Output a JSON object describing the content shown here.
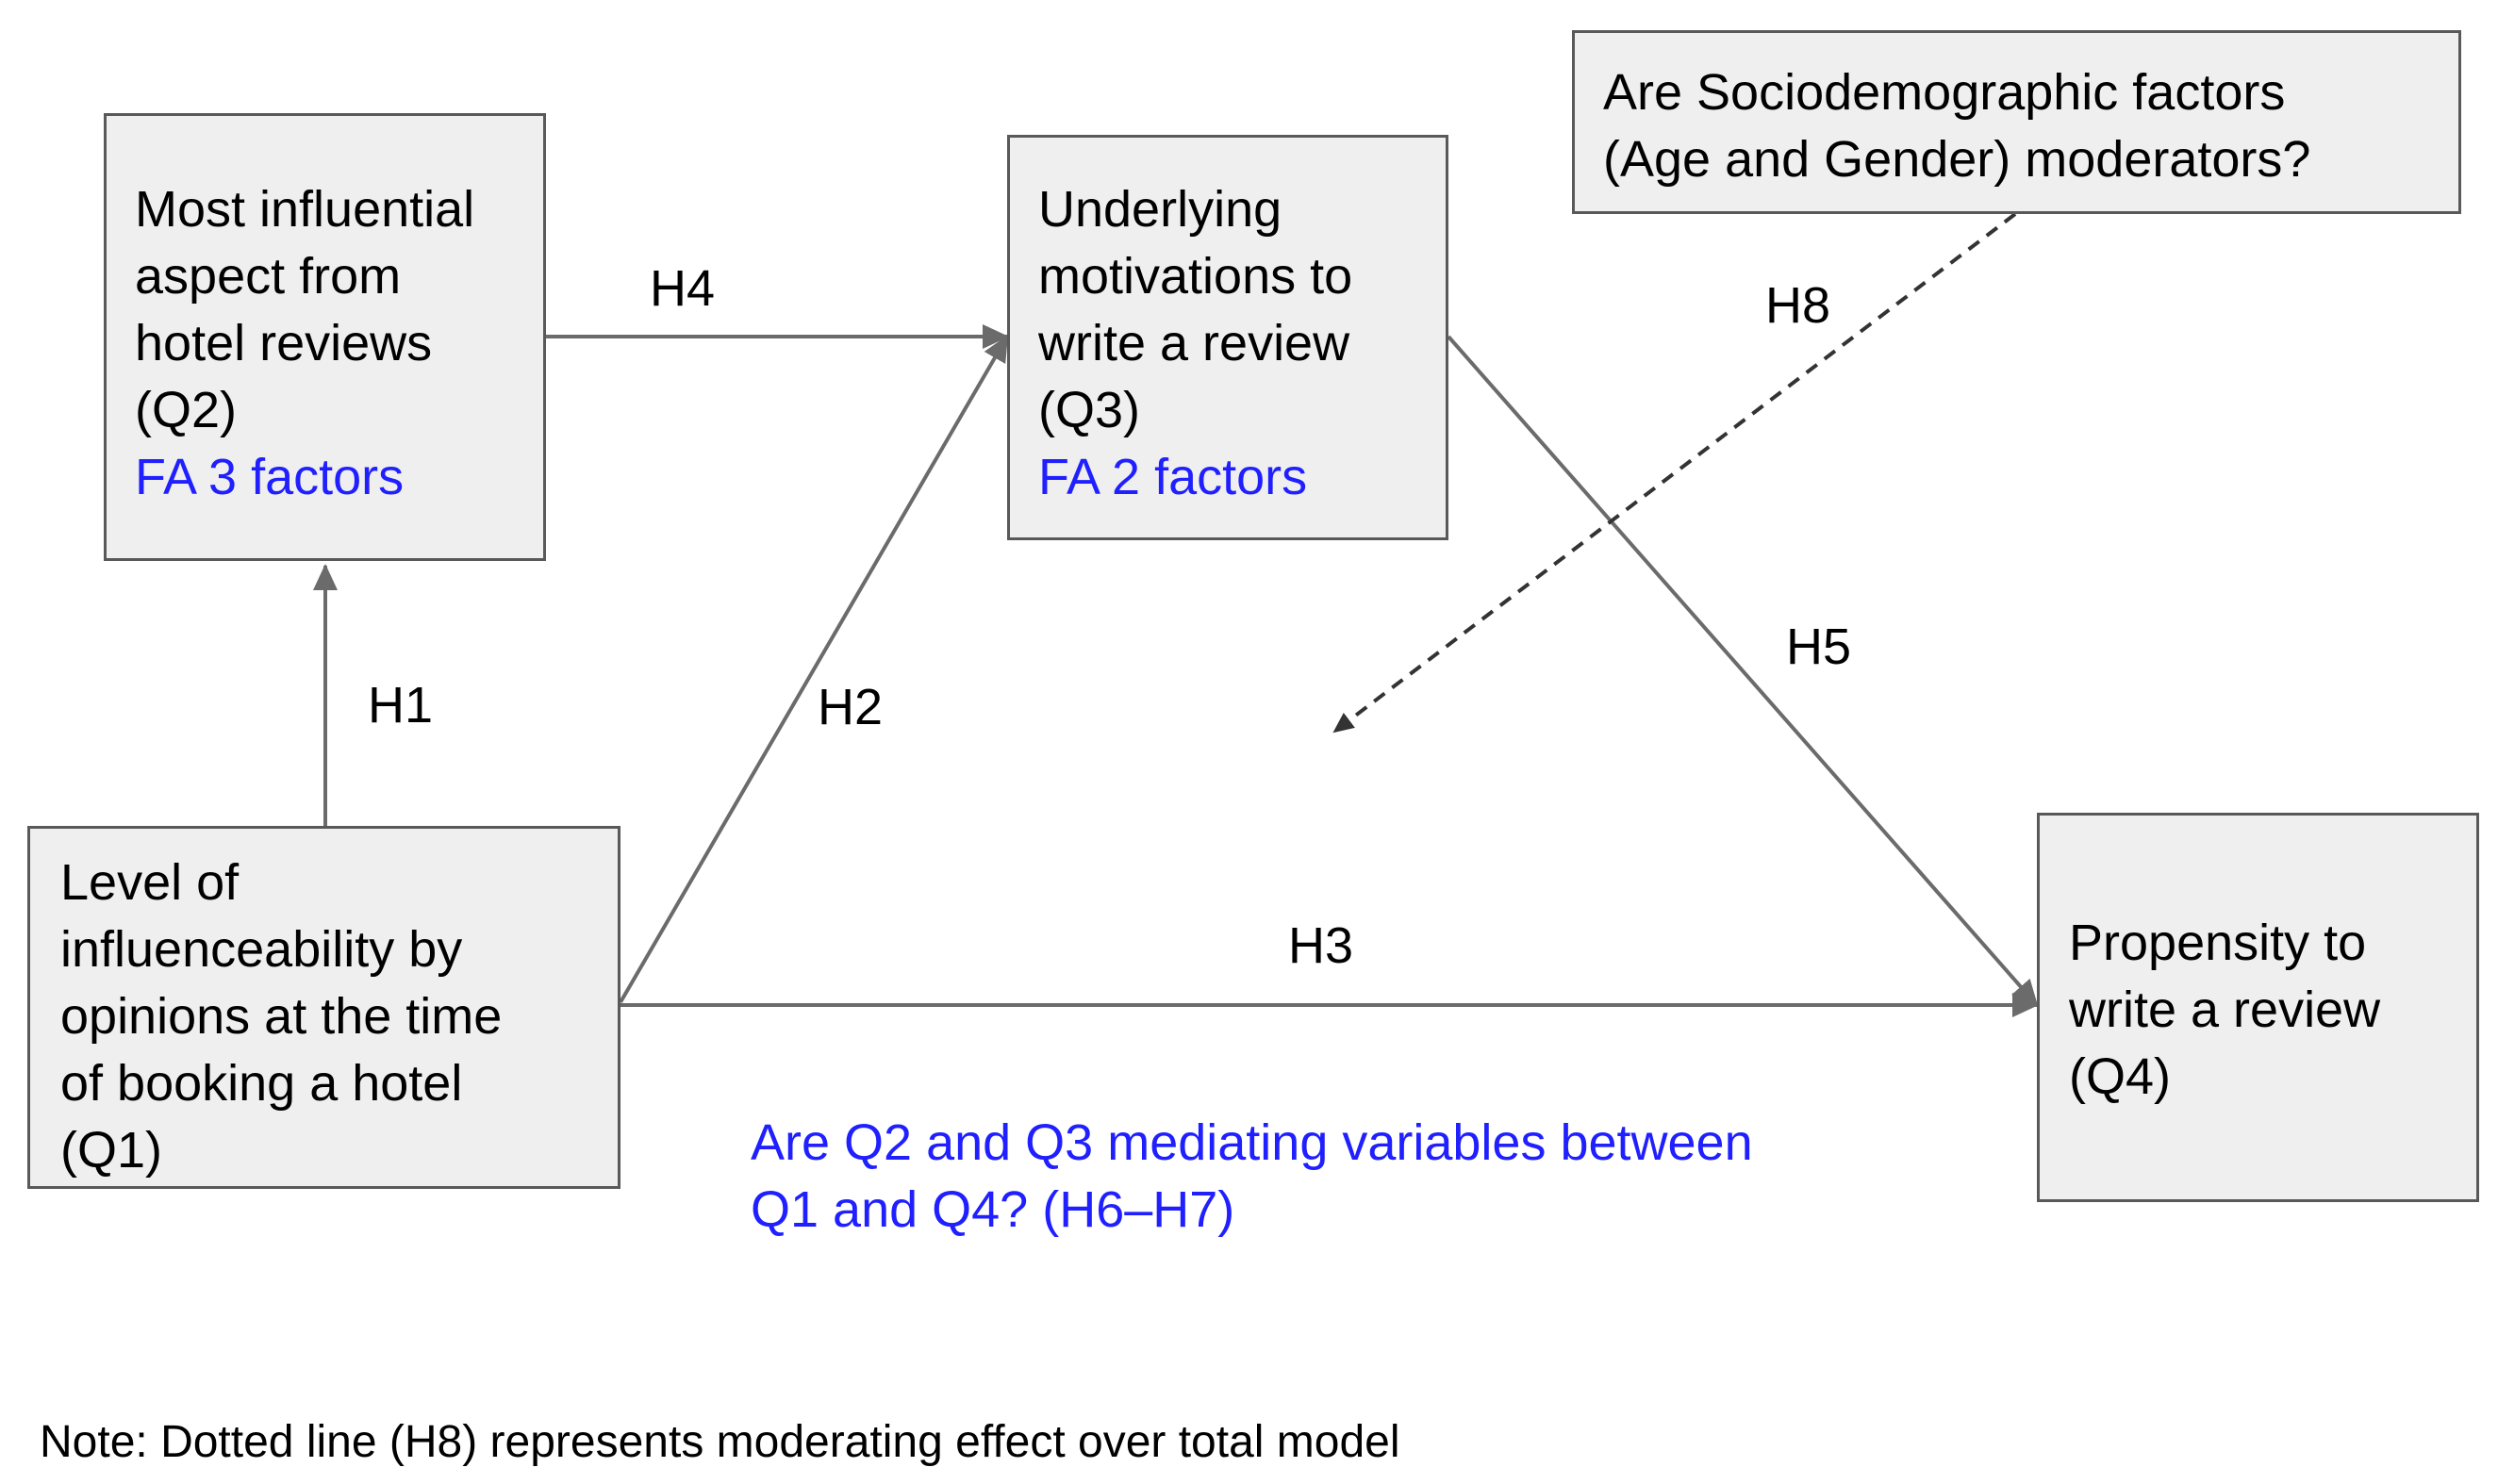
{
  "boxes": {
    "q2": {
      "lines": [
        "Most influential",
        "aspect from",
        "hotel reviews",
        "(Q2)"
      ],
      "highlight": "FA 3 factors"
    },
    "q3": {
      "lines": [
        "Underlying",
        "motivations to",
        "write a review",
        "(Q3)"
      ],
      "highlight": "FA 2 factors"
    },
    "moderator": {
      "lines": [
        "Are Sociodemographic factors",
        "(Age and Gender) moderators?"
      ]
    },
    "q1": {
      "lines": [
        "Level of",
        "influenceability by",
        "opinions at the time",
        "of booking a hotel",
        "(Q1)"
      ]
    },
    "q4": {
      "lines": [
        "Propensity to",
        "write a review",
        "(Q4)"
      ]
    }
  },
  "hypotheses": {
    "h1": "H1",
    "h2": "H2",
    "h3": "H3",
    "h4": "H4",
    "h5": "H5",
    "h8": "H8"
  },
  "mediation_question": [
    "Are Q2 and Q3 mediating variables between",
    "Q1 and Q4? (H6–H7)"
  ],
  "note": "Note: Dotted line (H8) represents moderating effect over total model",
  "colors": {
    "box_fill": "#efefef",
    "box_border": "#595959",
    "arrow": "#6b6b6b",
    "highlight_text": "#1f1fff"
  }
}
